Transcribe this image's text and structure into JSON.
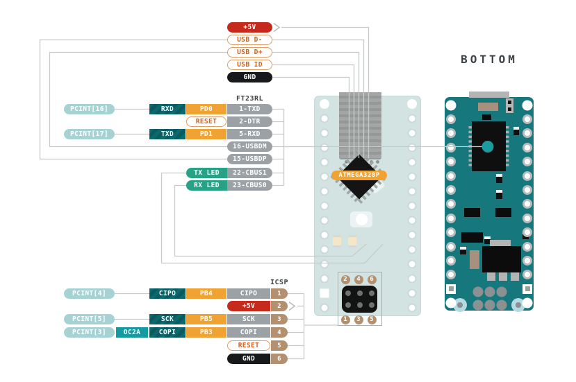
{
  "diagram": {
    "bottom_title": "BOTTOM",
    "chip_label": "ATMEGA328P"
  },
  "top_pins": {
    "v5": "+5V",
    "usb_dm": "USB D-",
    "usb_dp": "USB D+",
    "usb_id": "USB ID",
    "gnd": "GND"
  },
  "ft23rl": {
    "title": "FT23RL",
    "rows": [
      {
        "pcint": "PCINT[16]",
        "signal": "RXD",
        "port": "PD0",
        "pin": "1-TXD"
      },
      {
        "reset": "RESET",
        "pin": "2-DTR"
      },
      {
        "pcint": "PCINT[17]",
        "signal": "TXD",
        "port": "PD1",
        "pin": "5-RXD"
      },
      {
        "pin": "16-USBDM"
      },
      {
        "pin": "15-USBDP"
      },
      {
        "led": "TX LED",
        "pin": "22-CBUS1"
      },
      {
        "led": "RX LED",
        "pin": "23-CBUS0"
      }
    ]
  },
  "icsp": {
    "title": "ICSP",
    "rows": [
      {
        "pcint": "PCINT[4]",
        "signal": "CIPO",
        "port": "PB4",
        "name": "CIPO",
        "num": "1"
      },
      {
        "power": "+5V",
        "num": "2"
      },
      {
        "pcint": "PCINT[5]",
        "signal": "SCK",
        "port": "PB5",
        "name": "SCK",
        "num": "3"
      },
      {
        "pcint": "PCINT[3]",
        "timer": "OC2A",
        "signal": "COPI",
        "port": "PB3",
        "name": "COPI",
        "num": "4"
      },
      {
        "reset": "RESET",
        "num": "5"
      },
      {
        "gnd": "GND",
        "num": "6"
      }
    ],
    "header_numbers_top": [
      "2",
      "4",
      "6"
    ],
    "header_numbers_bottom": [
      "1",
      "3",
      "5"
    ]
  },
  "colors": {
    "power_red": "#c52a1d",
    "port_orange": "#f0a233",
    "peripheral_teal": "#0c6a6e",
    "timer_teal": "#149aa0",
    "led_green": "#27a287",
    "default_gray": "#9ba1a5",
    "ground_black": "#17191b",
    "header_tan": "#b29070",
    "pcint_teal": "#a7d2d4",
    "board_top": "#d2e3e1",
    "board_bottom": "#16787d",
    "wire_gray": "#c7cccb"
  }
}
